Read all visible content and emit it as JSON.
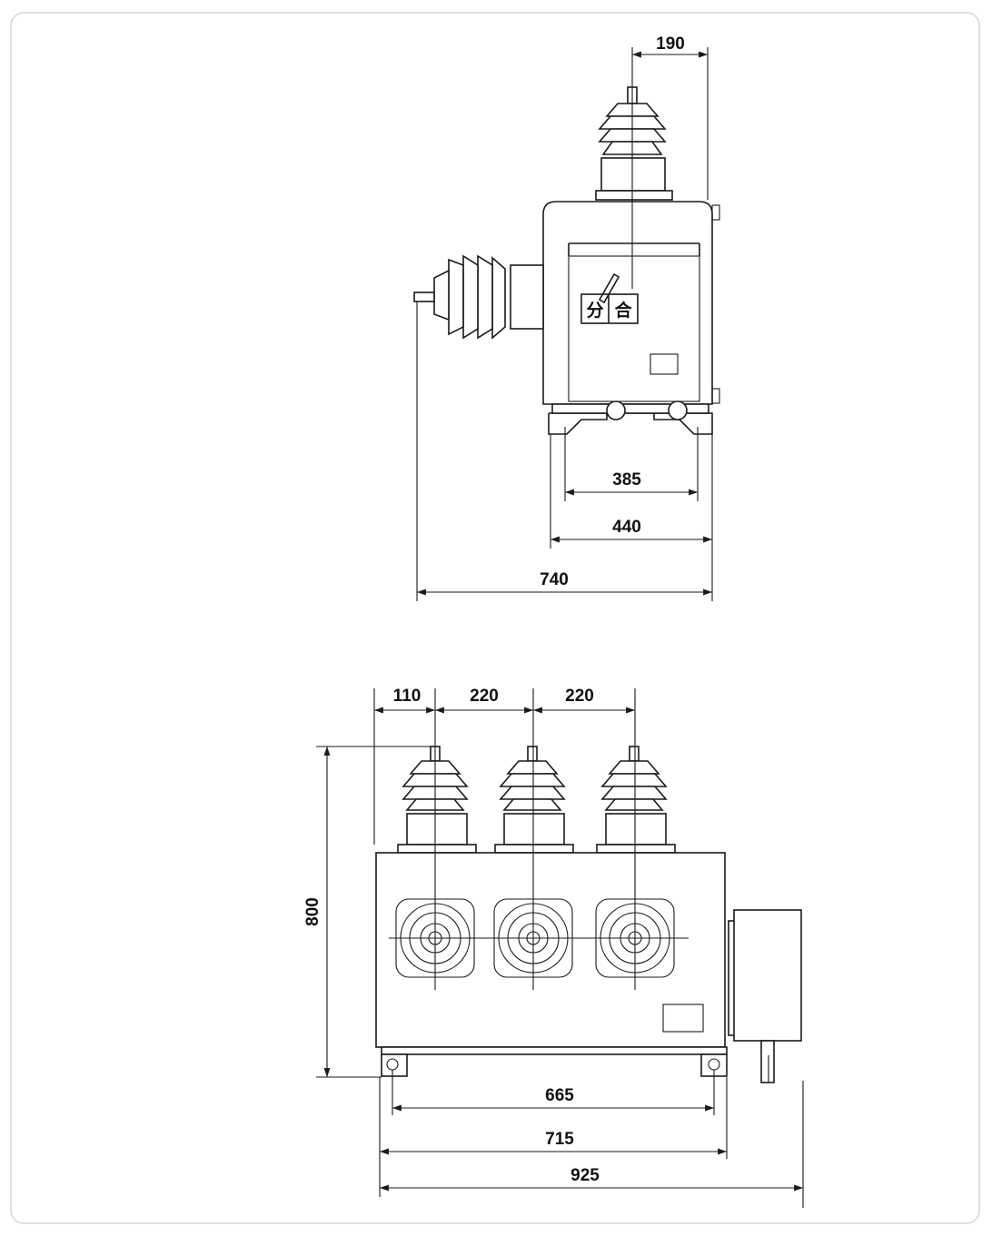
{
  "side_view": {
    "dimensions": {
      "top_offset": "190",
      "base_inner": "385",
      "base_outer": "440",
      "overall_depth": "740"
    },
    "indicator": {
      "open_label": "分",
      "close_label": "合"
    }
  },
  "front_view": {
    "dimensions": {
      "pitch_first": "110",
      "pitch_second": "220",
      "pitch_third": "220",
      "height": "800",
      "mount_holes": "665",
      "body_width": "715",
      "overall_width": "925"
    }
  },
  "colors": {
    "line": "#1a1a1a",
    "background": "#ffffff",
    "frame_border": "#d6d6d6"
  }
}
